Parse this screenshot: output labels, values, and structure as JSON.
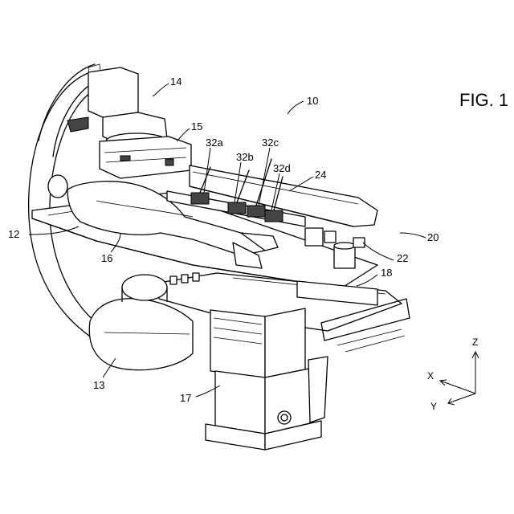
{
  "figure": {
    "title": "FIG. 1"
  },
  "labels": {
    "system": "10",
    "patient": "12",
    "source": "13",
    "detector": "14",
    "collimator": "15",
    "table_top": "16",
    "base": "17",
    "plate": "18",
    "robot": "20",
    "joint": "22",
    "rail": "24",
    "arm_a": "32a",
    "arm_b": "32b",
    "arm_c": "32c",
    "arm_d": "32d"
  },
  "axes": {
    "z": "Z",
    "x": "X",
    "y": "Y"
  }
}
